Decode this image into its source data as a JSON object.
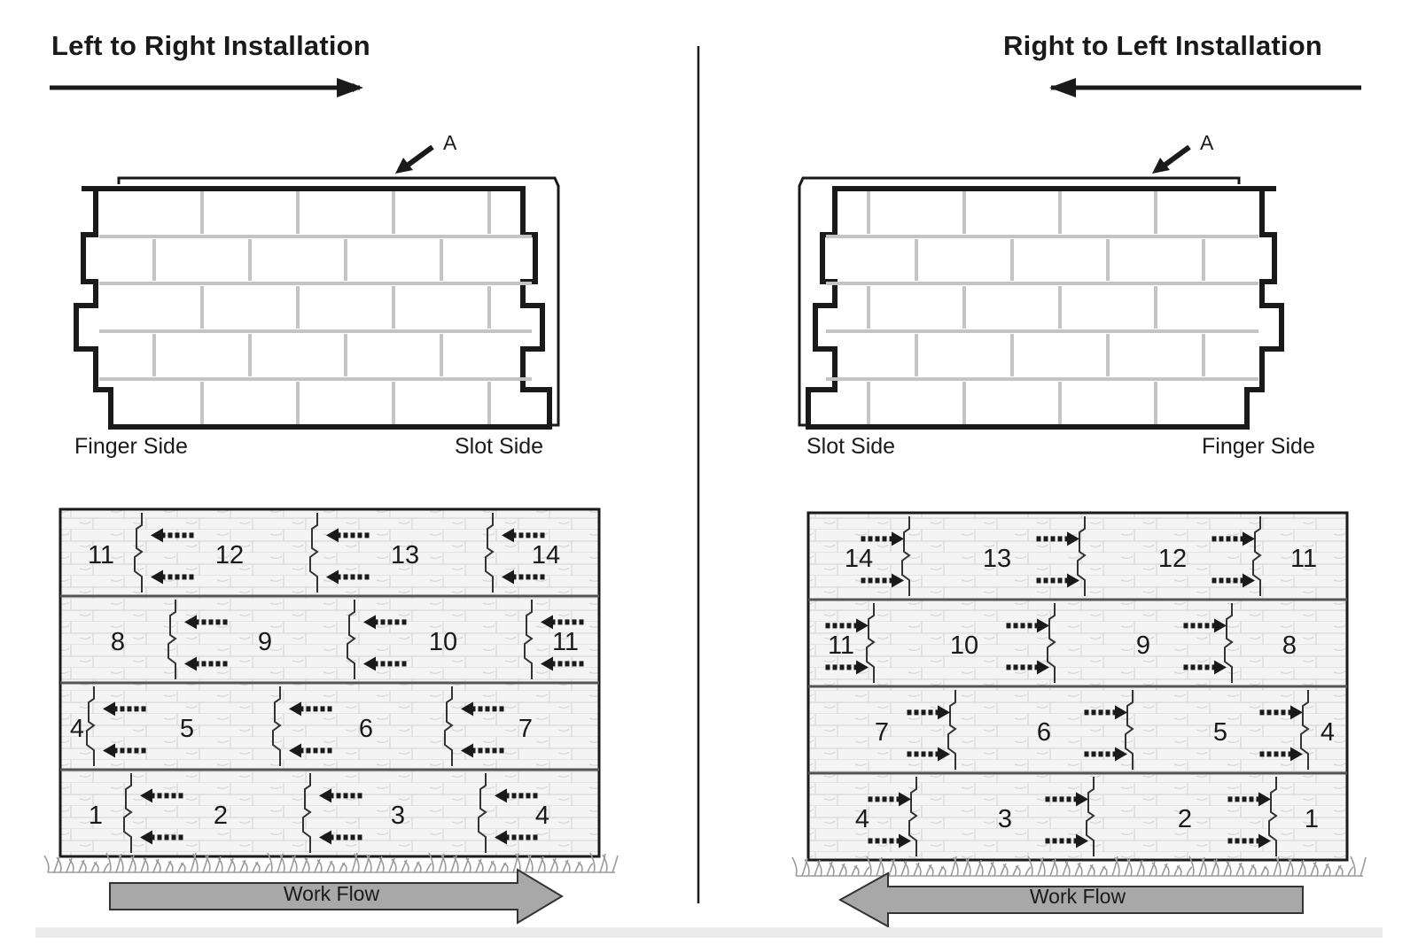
{
  "left_panel": {
    "title": "Left to Right Installation",
    "callout": "A",
    "finger_label": "Finger Side",
    "slot_label": "Slot Side",
    "work_flow": "Work Flow",
    "rows": [
      [
        "11",
        "12",
        "13",
        "14"
      ],
      [
        "8",
        "9",
        "10",
        "11"
      ],
      [
        "4",
        "5",
        "6",
        "7"
      ],
      [
        "1",
        "2",
        "3",
        "4"
      ]
    ]
  },
  "right_panel": {
    "title": "Right to Left Installation",
    "callout": "A",
    "slot_label": "Slot Side",
    "finger_label": "Finger Side",
    "work_flow": "Work Flow",
    "rows": [
      [
        "14",
        "13",
        "12",
        "11"
      ],
      [
        "11",
        "10",
        "9",
        "8"
      ],
      [
        "7",
        "6",
        "5",
        "4"
      ],
      [
        "4",
        "3",
        "2",
        "1"
      ]
    ]
  },
  "colors": {
    "ink": "#1a1a1a",
    "brick_line": "#c4c4c4",
    "wall_fill": "#f4f4f4",
    "wall_texture": "#cfcfcf",
    "grass": "#9a9a9a",
    "arrow_fill": "#a8a8a8",
    "footer": "#ececec"
  }
}
